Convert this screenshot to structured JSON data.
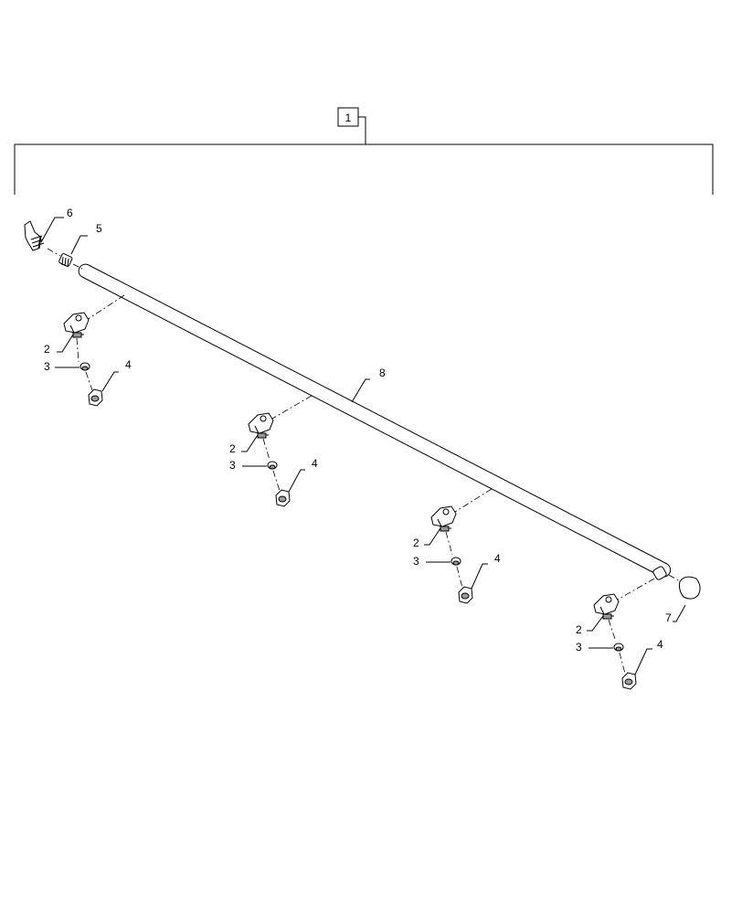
{
  "assembly": {
    "label": "1"
  },
  "callouts": {
    "elbow": "6",
    "fitting": "5",
    "pipe": "8",
    "end_cap": "7",
    "nozzle_body": "2",
    "seal": "3",
    "nut": "4"
  },
  "nozzle_group_count": 4
}
